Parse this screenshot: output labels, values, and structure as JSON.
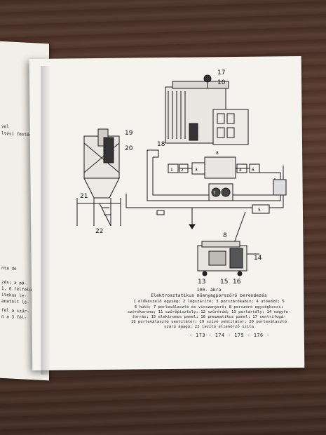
{
  "left_page": {
    "fragments": [
      "vel",
      "ltési festés",
      "nta de",
      "zés; a pá-",
      "1, 6 félfelü-",
      "ítékus le-",
      "anatolt lé-",
      "fel a szűr-",
      "n a 3 fél-"
    ]
  },
  "figure": {
    "number_label": "100. ábra",
    "title": "Elektrosztatikus műanyagporszóró berendezés",
    "legend_lines": [
      "1 előkészelő egység; 2 légszárító; 3 porszórókabin; 4 utóedző; 5",
      "6 hűtő; 7 porleválasztó és visszanyerő; 8 porszóró egységkocsi;",
      "szórókorona; 11 szűrőpisztoly; 12 szűrőrúd; 13 portartály; 14 nagyfe-",
      "forrás; 15 elektromos panel; 16 pneumatikus panel; 17 centrifugá-",
      "18 porleválasztó ventilátor; 19 szívó ventilátor; 20 porleválasztó",
      "szárú ágagú; 22 lazító elienörző szita"
    ],
    "callouts": [
      "17",
      "10",
      "18",
      "19",
      "20",
      "21",
      "22",
      "8",
      "14",
      "13",
      "15",
      "16",
      "1",
      "2",
      "3",
      "4",
      "5",
      "6",
      "7",
      "8"
    ]
  },
  "page_numbers": "- 173 - 174 - 175 - 176 -"
}
